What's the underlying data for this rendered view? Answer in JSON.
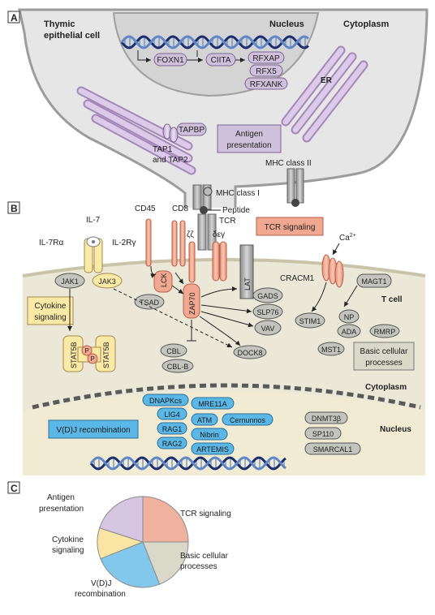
{
  "colors": {
    "cytoplasm": "#ece8d8",
    "membrane": "#9a9a9a",
    "nucleus_fill": "#dcdcdc",
    "purple_fill": "#cfc0dc",
    "purple_stroke": "#7d6491",
    "peach_fill": "#f2b4a0",
    "peach_stroke": "#b85f46",
    "yellow_fill": "#fbe9a6",
    "blue_fill": "#5ab7e6",
    "blue_stroke": "#2a6f9a",
    "gray_fill": "#c4c4be",
    "dna_dark": "#1b2f6e",
    "dna_light": "#5f86c7",
    "pie_tcr": "#f0b29e",
    "pie_basic": "#d9d8c9",
    "pie_vdj": "#82c8ec",
    "pie_cytokine": "#fbe5a4",
    "pie_antigen": "#d6c6e2"
  },
  "panel_a": {
    "tag": "A",
    "cell_label_1": "Thymic",
    "cell_label_2": "epithelial cell",
    "nucleus_label": "Nucleus",
    "cytoplasm_label": "Cytoplasm",
    "er_label": "ER",
    "genes": {
      "foxn1": "FOXN1",
      "ciita": "CIITA",
      "rfxap": "RFXAP",
      "rfx5": "RFX5",
      "rfxank": "RFXANK"
    },
    "tapbp": "TAPBP",
    "tap_label_1": "TAP1",
    "tap_label_2": "and TAP2",
    "box_line_1": "Antigen",
    "box_line_2": "presentation",
    "mhc2": "MHC class II"
  },
  "panel_b": {
    "tag": "B",
    "mhc1": "MHC class I",
    "peptide": "Peptide",
    "tcr": "TCR",
    "cd45": "CD45",
    "cd8": "CD8",
    "zeta": "ζζ",
    "delta": "δεγ",
    "il7": "IL-7",
    "il7ra": "IL-7Rα",
    "il2rg": "IL-2Rγ",
    "tcr_box": "TCR signaling",
    "ca": "Ca",
    "ca_sup": "2+",
    "jak1": "JAK1",
    "jak3": "JAK3",
    "cyto_box_1": "Cytokine",
    "cyto_box_2": "signaling",
    "lck": "LCK",
    "lat": "LAT",
    "cracm1": "CRACM1",
    "magt1": "MAGT1",
    "tsad": "TSAD",
    "zap70": "ZAP70",
    "gads": "GADS",
    "slp76": "SLP76",
    "vav": "VAV",
    "tcell": "T cell",
    "stim1": "STIM1",
    "np": "NP",
    "ada": "ADA",
    "rmrp": "RMRP",
    "mst1": "MST1",
    "basic_box_1": "Basic cellular",
    "basic_box_2": "processes",
    "stat5b": "STAT5B",
    "p": "P",
    "cbl": "CBL",
    "cblb": "CBL-B",
    "dock8": "DOCK8",
    "cytoplasm": "Cytoplasm",
    "nucleus": "Nucleus",
    "dnapkcs": "DNAPKcs",
    "mre11a": "MRE11A",
    "lig4": "LIG4",
    "atm": "ATM",
    "cernunnos": "Cernunnos",
    "rag1": "RAG1",
    "nibrin": "Nibrin",
    "rag2": "RAG2",
    "artemis": "ARTEMIS",
    "vdj_box": "V(D)J recombination",
    "dnmt3b": "DNMT3β",
    "sp110": "SP110",
    "smarcal1": "SMARCAL1"
  },
  "panel_c": {
    "tag": "C",
    "labels": {
      "antigen_1": "Antigen",
      "antigen_2": "presentation",
      "tcr": "TCR signaling",
      "cytokine_1": "Cytokine",
      "cytokine_2": "signaling",
      "basic_1": "Basic cellular",
      "basic_2": "processes",
      "vdj_1": "V(D)J",
      "vdj_2": "recombination"
    }
  },
  "chart_data": {
    "type": "pie",
    "categories": [
      "TCR signaling",
      "Basic cellular processes",
      "V(D)J recombination",
      "Cytokine signaling",
      "Antigen presentation"
    ],
    "values": [
      25,
      19,
      25,
      11,
      20
    ],
    "colors": [
      "#f0b29e",
      "#d9d8c9",
      "#82c8ec",
      "#fbe5a4",
      "#d6c6e2"
    ]
  }
}
